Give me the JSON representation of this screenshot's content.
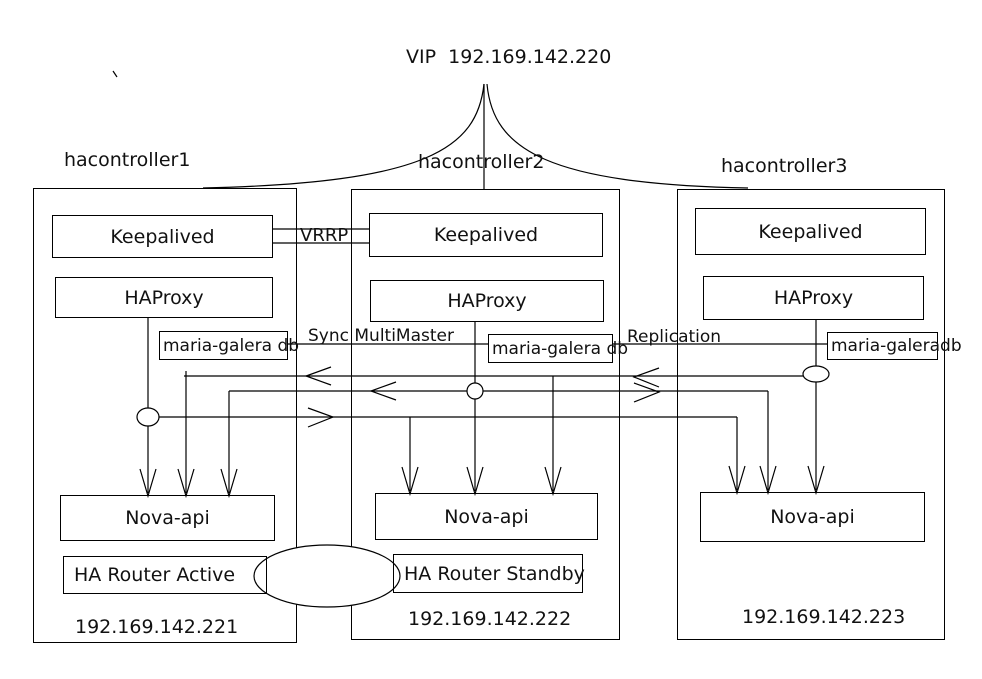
{
  "diagram": {
    "vip_label": "VIP  192.169.142.220",
    "vrrp_label": "VRRP",
    "sync_label": "Sync MultiMaster",
    "replication_label": "Replication",
    "controllers": [
      {
        "name": "hacontroller1",
        "keepalived": "Keepalived",
        "haproxy": "HAProxy",
        "database": "maria-galera db",
        "nova_api": "Nova-api",
        "ha_router": "HA Router Active",
        "ip": "192.169.142.221"
      },
      {
        "name": "hacontroller2",
        "keepalived": "Keepalived",
        "haproxy": "HAProxy",
        "database": "maria-galera db",
        "nova_api": "Nova-api",
        "ha_router": "HA Router Standby",
        "ip": "192.169.142.222"
      },
      {
        "name": "hacontroller3",
        "keepalived": "Keepalived",
        "haproxy": "HAProxy",
        "database": "maria-galeradb",
        "nova_api": "Nova-api",
        "ip": "192.169.142.223"
      }
    ],
    "colors": {
      "stroke": "#000000",
      "background": "#ffffff",
      "text": "#111111"
    }
  }
}
